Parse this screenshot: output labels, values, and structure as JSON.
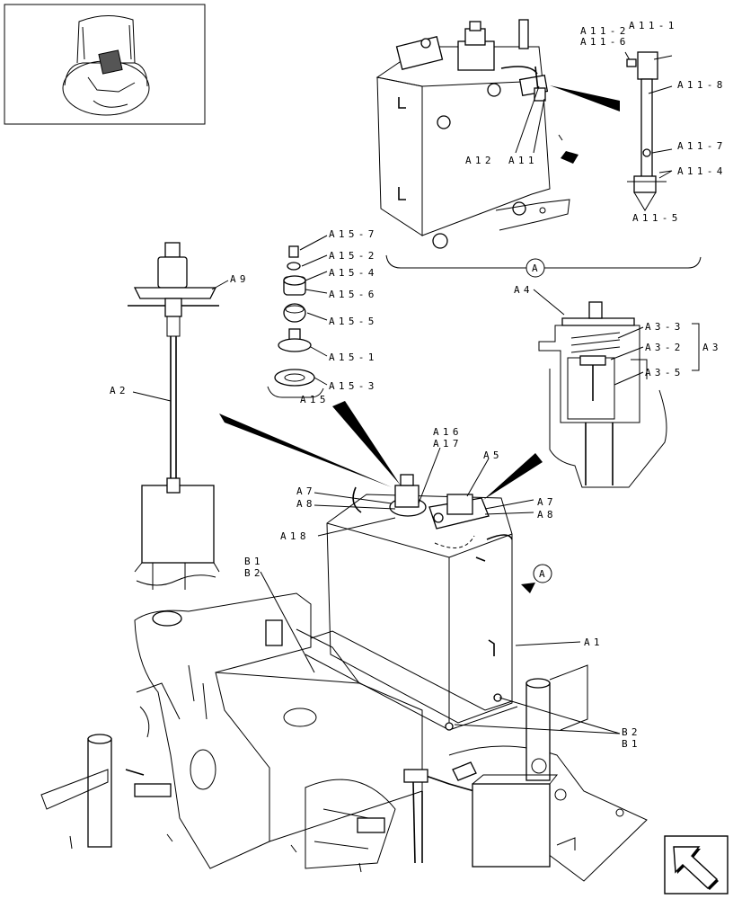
{
  "callouts": {
    "a11_1": "A11-1",
    "a11_2": "A11-2",
    "a11_6": "A11-6",
    "a11_8": "A11-8",
    "a11_7": "A11-7",
    "a11_4": "A11-4",
    "a11_5": "A11-5",
    "a12": "A12",
    "a11": "A11",
    "a15_7": "A15-7",
    "a15_2": "A15-2",
    "a15_4": "A15-4",
    "a15_6": "A15-6",
    "a15_5": "A15-5",
    "a15_1": "A15-1",
    "a15_3": "A15-3",
    "a15": "A15",
    "a9": "A9",
    "a2": "A2",
    "a4": "A4",
    "a3_3": "A3-3",
    "a3_2": "A3-2",
    "a3": "A3",
    "a3_5": "A3-5",
    "a16": "A16",
    "a17": "A17",
    "a5": "A5",
    "a7_left": "A7",
    "a8_left": "A8",
    "a7_right": "A7",
    "a8_right": "A8",
    "a18": "A18",
    "b1_top": "B1",
    "b2_top": "B2",
    "a1": "A1",
    "b2_bottom": "B2",
    "b1_bottom": "B1",
    "view_marker_main": "A",
    "view_marker_side": "A"
  },
  "navigation": {
    "icon": "arrow-icon"
  }
}
